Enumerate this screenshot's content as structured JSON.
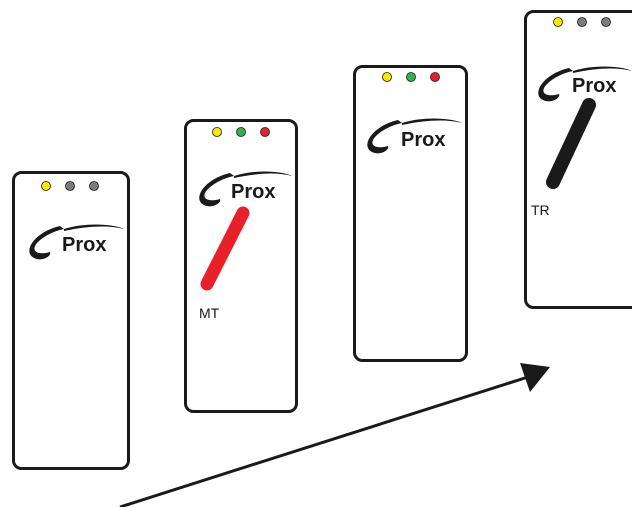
{
  "readers": [
    {
      "id": "reader-1",
      "logo_text": "Prox",
      "model_label": "",
      "leds": [
        "#ffe600",
        "#7a7a7a",
        "#7a7a7a"
      ],
      "stripe_color": ""
    },
    {
      "id": "reader-2",
      "logo_text": "Prox",
      "model_label": "MT",
      "leds": [
        "#ffe600",
        "#2db34a",
        "#e8202a"
      ],
      "stripe_color": "#e8202a"
    },
    {
      "id": "reader-3",
      "logo_text": "Prox",
      "model_label": "",
      "leds": [
        "#ffe600",
        "#2db34a",
        "#e8202a"
      ],
      "stripe_color": ""
    },
    {
      "id": "reader-4",
      "logo_text": "Prox",
      "model_label": "TR",
      "leds": [
        "#ffe600",
        "#7a7a7a",
        "#7a7a7a"
      ],
      "stripe_color": "#1a1a1a"
    }
  ],
  "colors": {
    "outline": "#1a1a1a",
    "background": "#ffffff",
    "arrow": "#1a1a1a"
  }
}
